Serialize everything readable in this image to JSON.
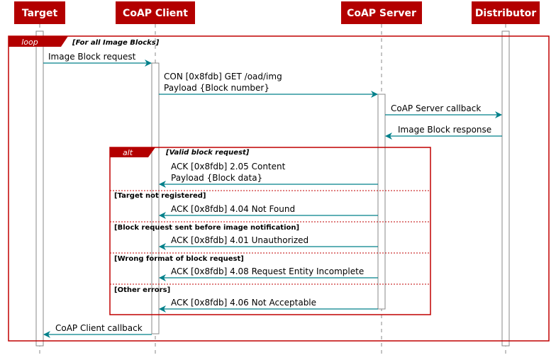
{
  "participants": [
    {
      "id": "target",
      "label": "Target"
    },
    {
      "id": "client",
      "label": "CoAP Client"
    },
    {
      "id": "server",
      "label": "CoAP Server"
    },
    {
      "id": "distributor",
      "label": "Distributor"
    }
  ],
  "loop_frame": {
    "keyword": "loop",
    "guard": "[For all Image Blocks]"
  },
  "messages": [
    {
      "id": "m1",
      "lines": [
        "Image Block request"
      ]
    },
    {
      "id": "m2",
      "lines": [
        "CON [0x8fdb] GET /oad/img",
        "Payload {Block number}"
      ]
    },
    {
      "id": "m3",
      "lines": [
        "CoAP Server callback"
      ]
    },
    {
      "id": "m4",
      "lines": [
        "Image Block response"
      ]
    },
    {
      "id": "m10",
      "lines": [
        "CoAP Client callback"
      ]
    }
  ],
  "alt_frame": {
    "keyword": "alt",
    "branches": [
      {
        "guard": "[Valid block request]",
        "lines": [
          "ACK [0x8fdb] 2.05 Content",
          "Payload {Block data}"
        ]
      },
      {
        "guard": "[Target not registered]",
        "lines": [
          "ACK [0x8fdb] 4.04 Not Found"
        ]
      },
      {
        "guard": "[Block request sent before image notification]",
        "lines": [
          "ACK [0x8fdb] 4.01 Unauthorized"
        ]
      },
      {
        "guard": "[Wrong format of block request]",
        "lines": [
          "ACK [0x8fdb] 4.08 Request Entity Incomplete"
        ]
      },
      {
        "guard": "[Other errors]",
        "lines": [
          "ACK [0x8fdb] 4.06 Not Acceptable"
        ]
      }
    ]
  },
  "colors": {
    "participant_fill": "#b30000",
    "frame_border": "#c00000",
    "arrow": "#00808a",
    "lifeline": "#888888",
    "activation_fill": "#ffffff",
    "activation_border": "#888888"
  }
}
